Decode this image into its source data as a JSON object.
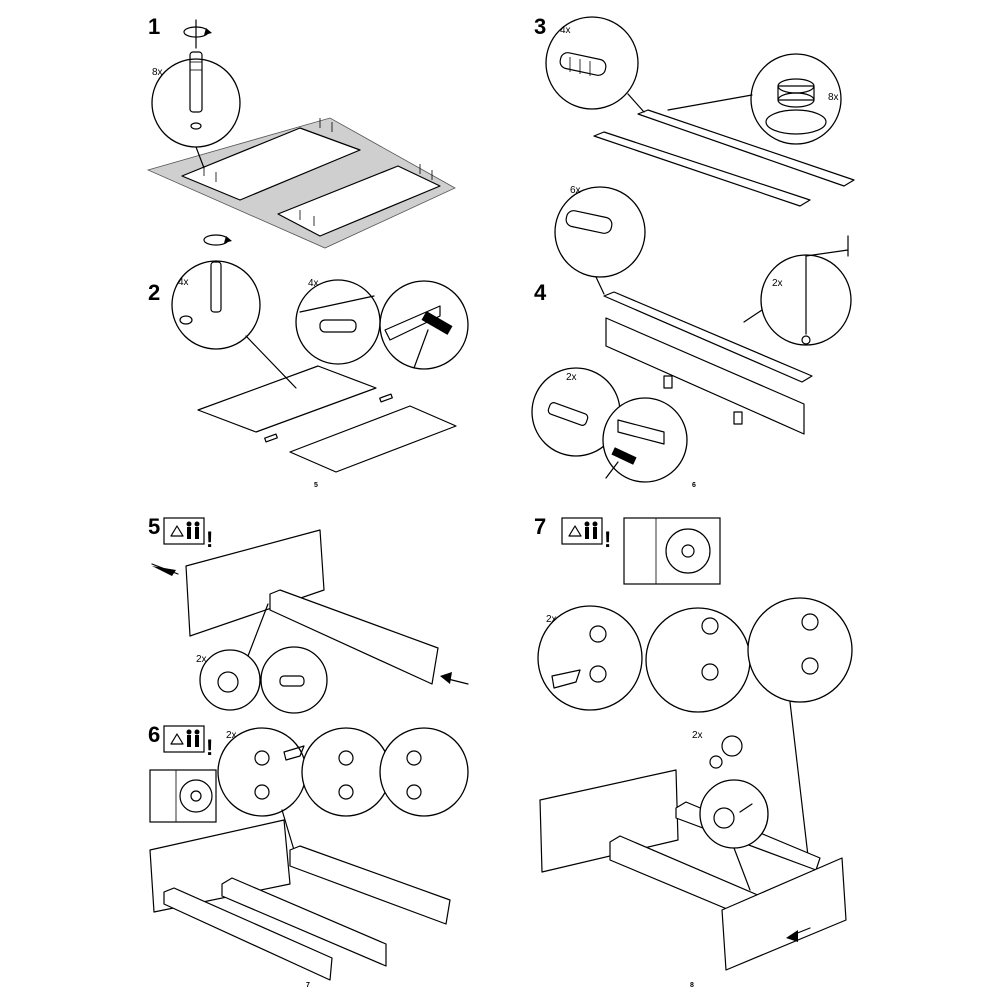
{
  "steps": [
    {
      "number": "1",
      "quantities": [
        "8x"
      ]
    },
    {
      "number": "2",
      "quantities": [
        "4x",
        "4x"
      ],
      "page": "5"
    },
    {
      "number": "3",
      "quantities": [
        "4x",
        "8x"
      ]
    },
    {
      "number": "4",
      "quantities": [
        "6x",
        "2x",
        "2x"
      ],
      "page": "6"
    },
    {
      "number": "5",
      "quantities": [
        "2x"
      ],
      "warning": "!"
    },
    {
      "number": "6",
      "quantities": [
        "2x"
      ],
      "warning": "!",
      "page": "7"
    },
    {
      "number": "7",
      "quantities": [
        "2x",
        "2x"
      ],
      "warning": "!",
      "page": "8"
    }
  ],
  "icons": [
    "rotate-arrow-icon",
    "hammer-icon",
    "pointing-hand-icon",
    "two-person-icon",
    "warning-triangle-icon",
    "cam-lock-icon",
    "push-arrow-icon"
  ]
}
